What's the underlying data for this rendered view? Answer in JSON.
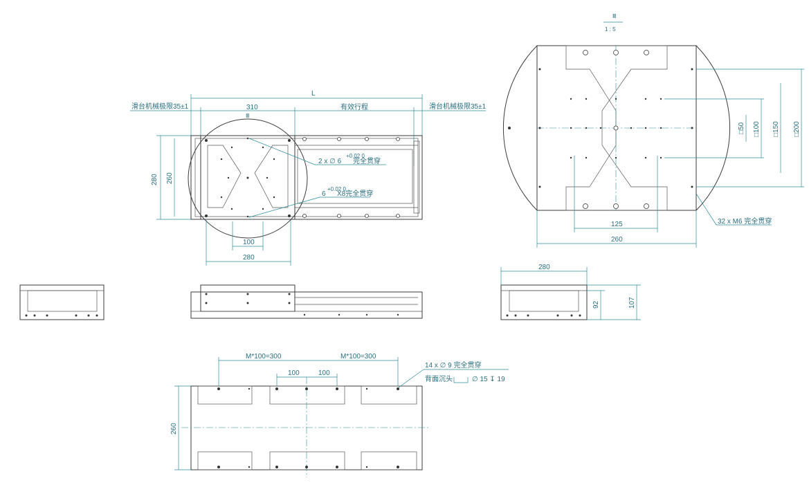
{
  "labels": {
    "mech_limit_left": "滑台机械极限35±1",
    "mech_limit_right": "滑台机械极限35±1",
    "dim_L": "L",
    "dim_310": "310",
    "effective_stroke": "有效行程",
    "detail_mark_small": "Ⅲ",
    "dim_280_left": "280",
    "dim_260_left": "260",
    "hole_spec_1": "2 x ∅ 6",
    "hole_spec_1_tol": "+0.02 0",
    "hole_spec_1_suffix": "完全贯穿",
    "hole_spec_2": "6",
    "hole_spec_2_tol": "+0.02 0",
    "hole_spec_2_suffix": "X8完全贯穿",
    "dim_100_circle": "100",
    "dim_280_circle": "280",
    "detail_title": "Ⅲ",
    "detail_scale": "1 : 5",
    "dim_50": "□50",
    "dim_100_sq": "□100",
    "dim_150": "□150",
    "dim_200": "□200",
    "dim_125": "125",
    "dim_260_detail": "260",
    "thread_spec": "32 x M6 完全贯穿",
    "side_280": "280",
    "side_92": "92",
    "side_107": "107",
    "base_m1": "M*100=300",
    "base_m2": "M*100=300",
    "base_100a": "100",
    "base_100b": "100",
    "base_260": "260",
    "base_hole_spec": "14 x ∅ 9 完全贯穿",
    "base_counterbore": "背面沉头",
    "base_counterbore_val": "∅ 15 ↧ 19"
  },
  "colors": {
    "dimension": "#2a8a9a",
    "outline": "#3a3a3a"
  }
}
